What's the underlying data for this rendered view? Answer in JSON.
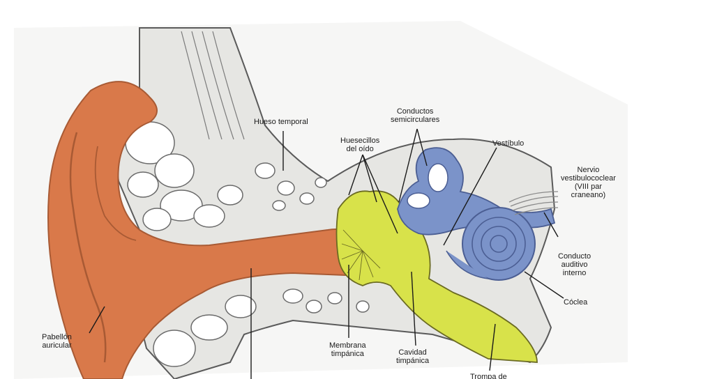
{
  "colors": {
    "skin": "#d9794a",
    "skin_dark": "#a85a34",
    "bone": "#e6e6e3",
    "bone_outline": "#5a5a5a",
    "ossicles": "#d8e24a",
    "inner_ear": "#7b93c9",
    "inner_ear_dark": "#4b5e93",
    "ink": "#1a1a1a"
  },
  "labels": {
    "hueso_temporal": "Hueso temporal",
    "conductos": "Conductos\nsemicirculares",
    "huesecillos": "Huesecillos\ndel oído",
    "vestibulo": "Vestíbulo",
    "nervio": "Nervio\nvestibulococlear\n(VIII par\ncraneano)",
    "conducto_interno": "Conducto\nauditivo\ninterno",
    "coclea": "Cóclea",
    "pabellon": "Pabellón\nauricular",
    "membrana": "Membrana\ntimpánica",
    "cavidad": "Cavidad\ntimpánica",
    "trompa": "Trompa de"
  }
}
